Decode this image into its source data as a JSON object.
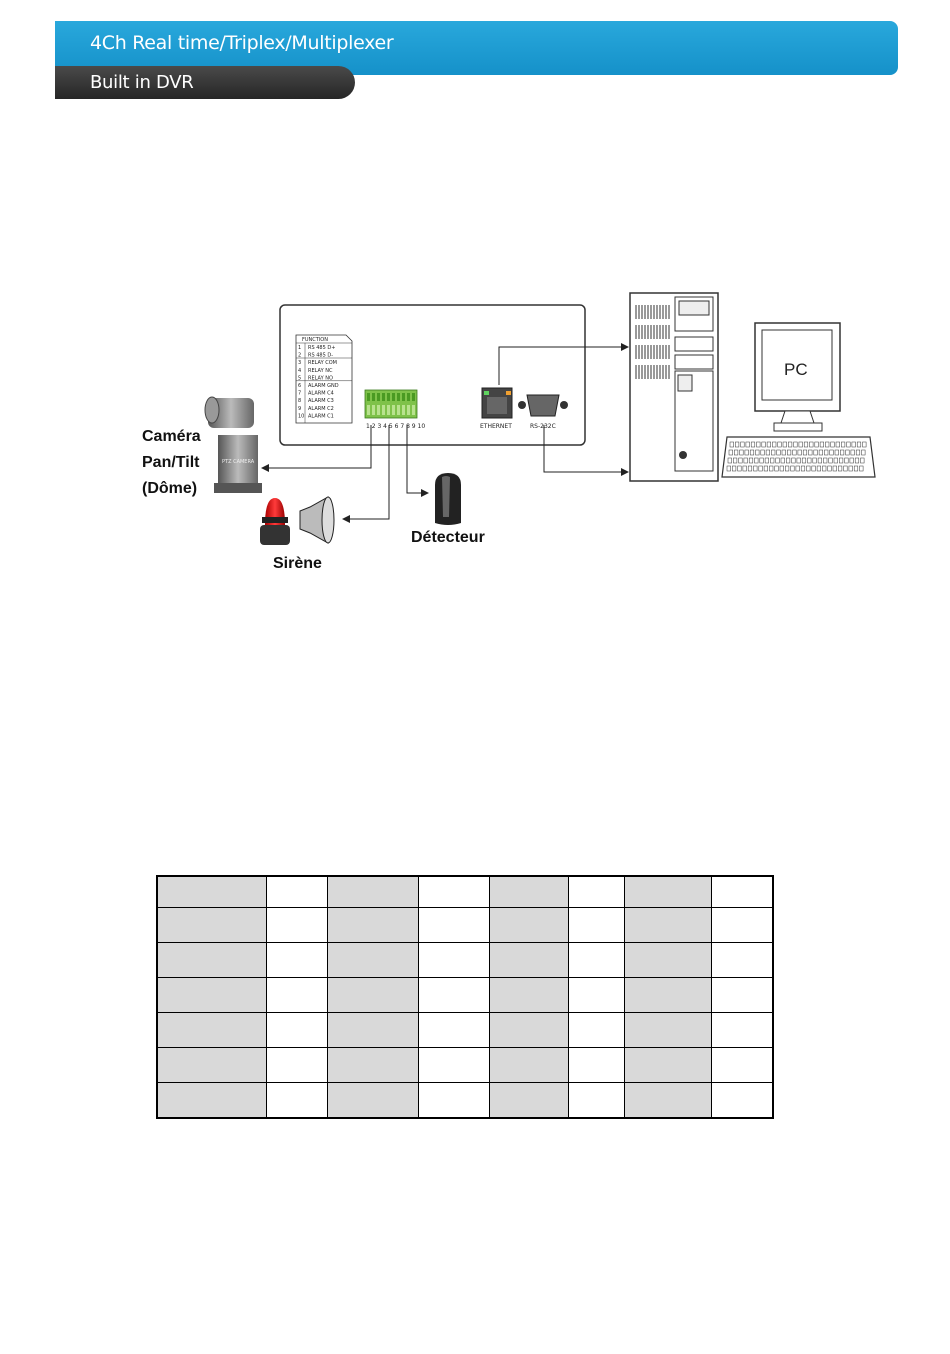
{
  "header": {
    "title": "4Ch Real time/Triplex/Multiplexer",
    "subtitle": "Built in DVR"
  },
  "diagram": {
    "camera_label_1": "Caméra",
    "camera_label_2": "Pan/Tilt",
    "camera_label_3": "(Dôme)",
    "siren_label": "Sirène",
    "detector_label": "Détecteur",
    "pc_label": "PC",
    "terminal_numbers": "1 2 3 4 5 6 7 8 9 10",
    "ethernet_label": "ETHERNET",
    "rs232_label": "RS-232C",
    "camera_body_text": "PTZ CAMERA",
    "function_title": "FUNCTION",
    "function_rows": [
      {
        "n": "1",
        "t": "RS 485 D+"
      },
      {
        "n": "2",
        "t": "RS 485 D-"
      },
      {
        "n": "3",
        "t": "RELAY COM"
      },
      {
        "n": "4",
        "t": "RELAY NC"
      },
      {
        "n": "5",
        "t": "RELAY NO"
      },
      {
        "n": "6",
        "t": "ALARM GND"
      },
      {
        "n": "7",
        "t": "ALARM C4"
      },
      {
        "n": "8",
        "t": "ALARM C3"
      },
      {
        "n": "9",
        "t": "ALARM C2"
      },
      {
        "n": "10",
        "t": "ALARM C1"
      }
    ]
  },
  "table": {
    "rows": 7,
    "columns": 8
  }
}
